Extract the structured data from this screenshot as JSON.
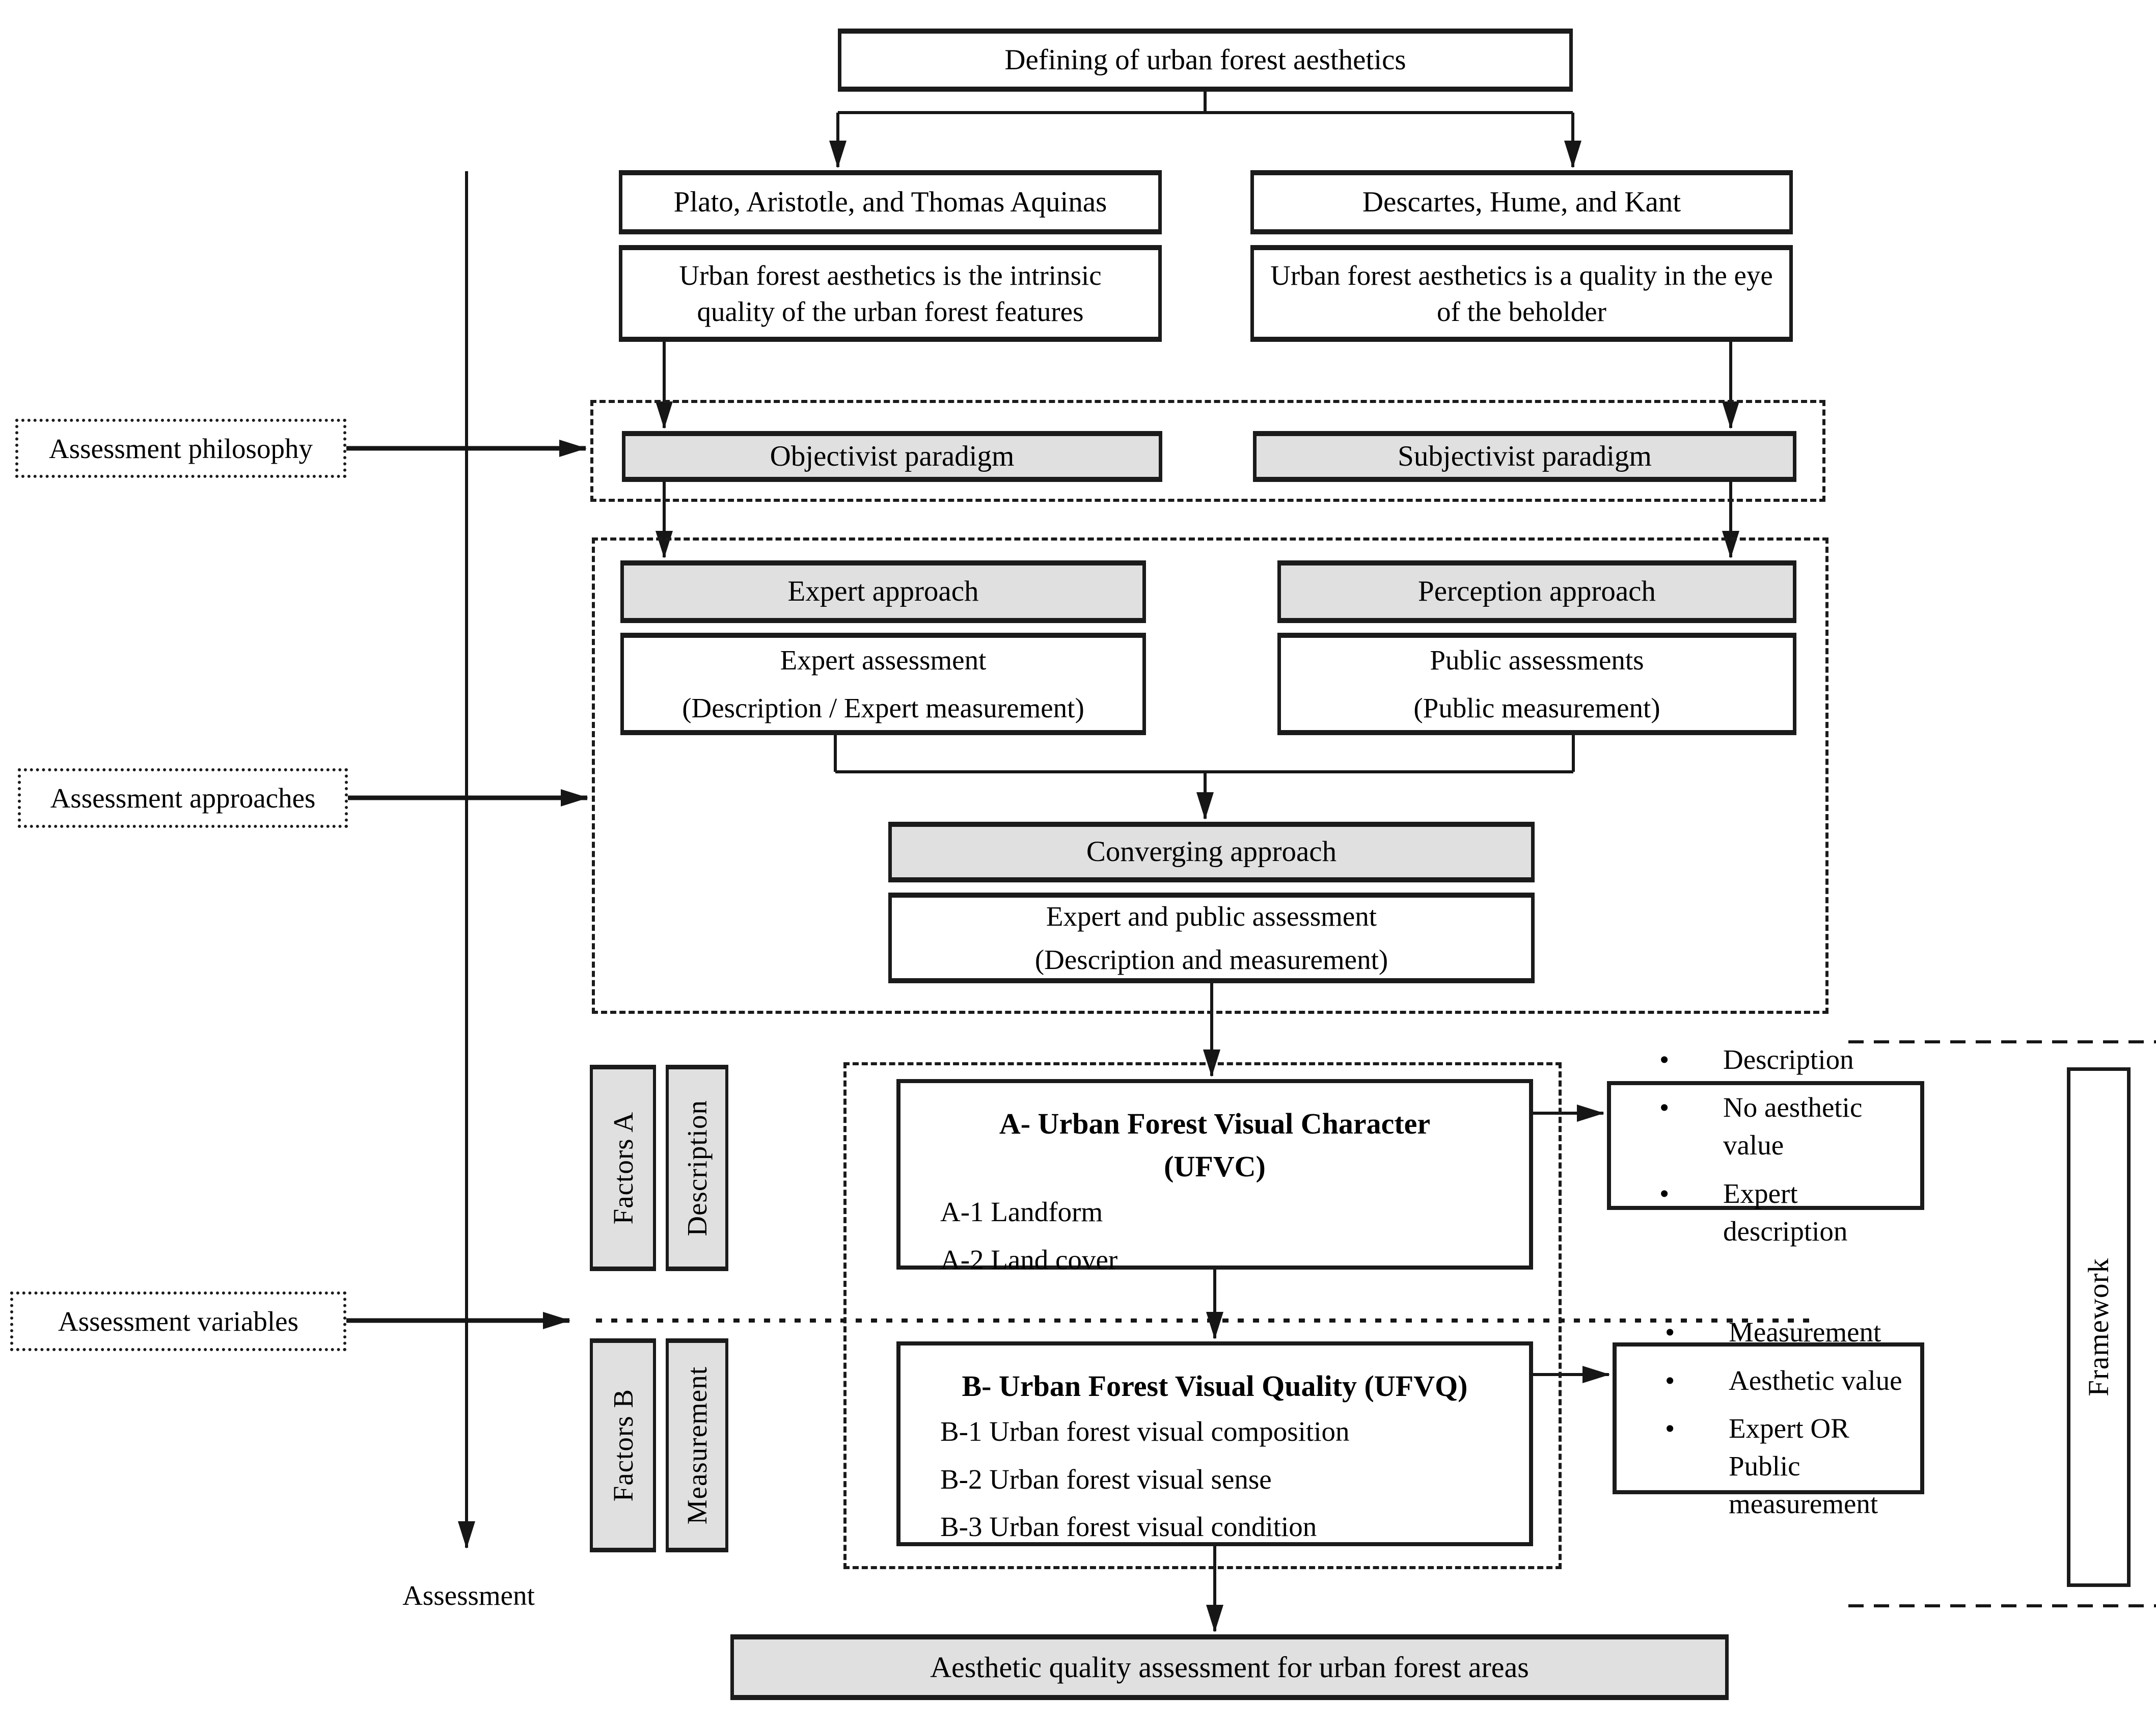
{
  "diagram": {
    "top_box": "Defining of urban forest aesthetics",
    "philosophy": {
      "left": {
        "philosophers": "Plato, Aristotle, and Thomas Aquinas",
        "definition": "Urban forest aesthetics is the intrinsic quality of the urban forest features",
        "paradigm": "Objectivist paradigm"
      },
      "right": {
        "philosophers": "Descartes, Hume, and Kant",
        "definition": "Urban forest aesthetics is a quality in the eye of the beholder",
        "paradigm": "Subjectivist paradigm"
      }
    },
    "approaches": {
      "expert": {
        "title": "Expert approach",
        "line1": "Expert assessment",
        "line2": "(Description / Expert measurement)"
      },
      "perception": {
        "title": "Perception approach",
        "line1": "Public assessments",
        "line2": "(Public measurement)"
      },
      "converging": {
        "title": "Converging approach",
        "line1": "Expert and public assessment",
        "line2": "(Description and measurement)"
      }
    },
    "variables": {
      "a": {
        "factor_col": "Factors A",
        "type_col": "Description",
        "title_line1": "A- Urban Forest Visual Character",
        "title_line2": "(UFVC)",
        "items": [
          "A-1 Landform",
          "A-2 Land cover"
        ],
        "bullets": [
          "Description",
          "No aesthetic value",
          "Expert description"
        ]
      },
      "b": {
        "factor_col": "Factors B",
        "type_col": "Measurement",
        "title_line1": "B- Urban Forest Visual Quality (UFVQ)",
        "items": [
          "B-1 Urban forest visual composition",
          "B-2 Urban forest visual sense",
          "B-3 Urban forest visual condition"
        ],
        "bullets": [
          "Measurement",
          "Aesthetic value",
          "Expert OR Public measurement"
        ]
      }
    },
    "side_labels": {
      "philosophy": "Assessment philosophy",
      "approaches": "Assessment approaches",
      "variables": "Assessment variables",
      "axis": "Assessment"
    },
    "framework": "Framework",
    "final_box": "Aesthetic quality assessment for urban forest areas",
    "colors": {
      "fill_gray": "#e0e0e0",
      "line": "#161616"
    }
  }
}
